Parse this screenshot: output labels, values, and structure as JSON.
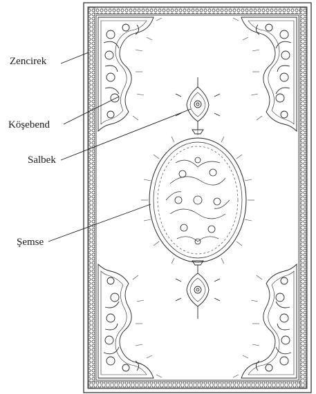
{
  "labels": {
    "zencirek": "Zencirek",
    "kosebend": "Köşebend",
    "salbek": "Salbek",
    "semse": "Şemse"
  },
  "colors": {
    "ink": "#1a1a1a",
    "paper": "#ffffff"
  }
}
